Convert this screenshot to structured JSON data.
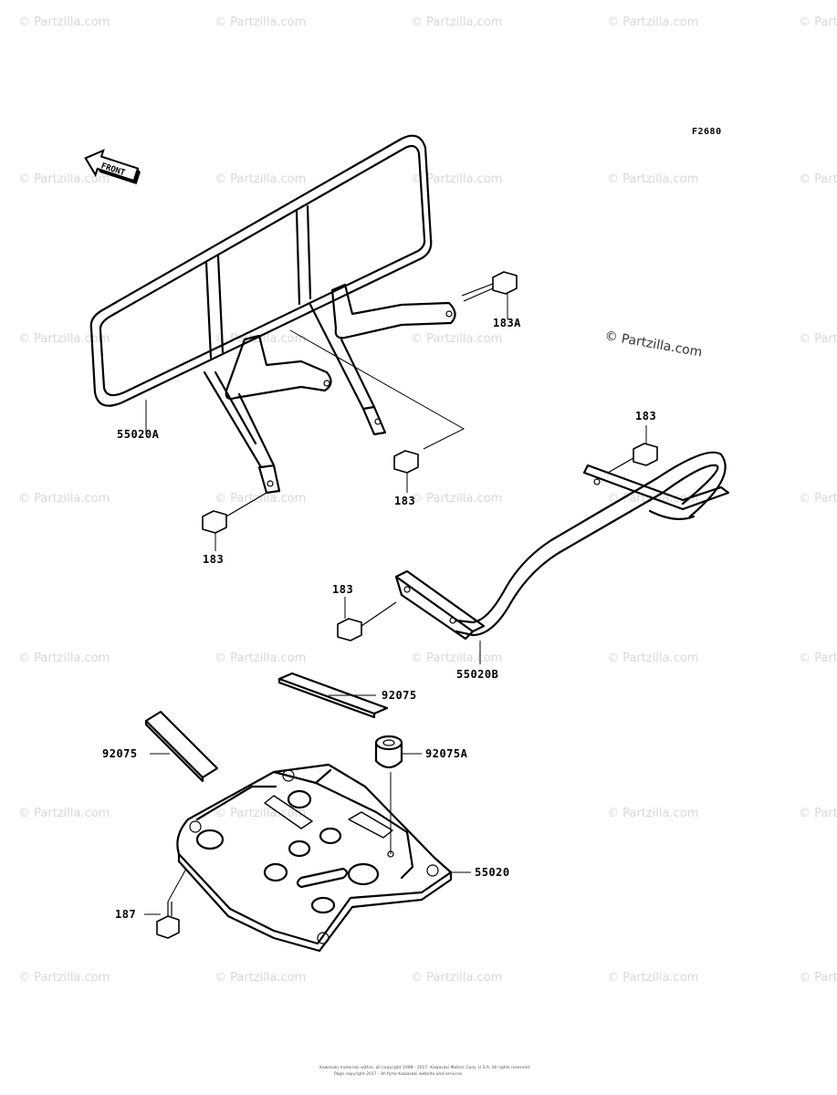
{
  "figure_code": "F2680",
  "front_arrow_text": "FRONT",
  "copyright_mark": "© Partzilla.com",
  "watermark_text": "© Partzilla.com",
  "labels": {
    "rack_front": "55020A",
    "bolt_183A": "183A",
    "bolt_183_center": "183",
    "bolt_183_left": "183",
    "bolt_183_right_top": "183",
    "bolt_183_mid": "183",
    "rear_bar": "55020B",
    "pad_upper": "92075",
    "pad_left": "92075",
    "damper": "92075A",
    "skid_plate": "55020",
    "bolt_187": "187"
  },
  "footer": {
    "line1": "Kawasaki materials within, all copyright 1998 - 2017, Kawasaki Motors Corp. U.S.A. All rights reserved.",
    "line2": "Page copyright 2017 - All fiche Kawasaki website and services"
  }
}
